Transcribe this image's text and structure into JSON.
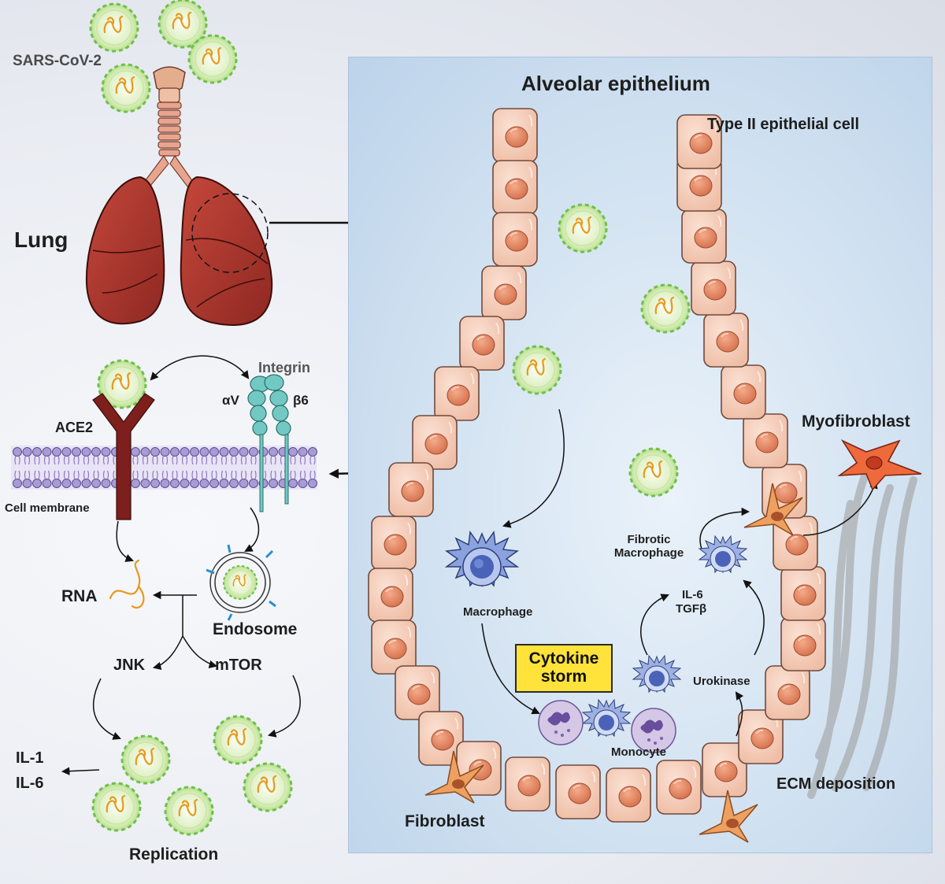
{
  "labels": {
    "virus": "SARS-CoV-2",
    "lung": "Lung",
    "alveolar_epithelium": "Alveolar epithelium",
    "type2_cell": "Type II epithelial cell",
    "integrin": "Integrin",
    "alpha_v": "αV",
    "beta6": "β6",
    "ace2": "ACE2",
    "cell_membrane": "Cell membrane",
    "rna": "RNA",
    "endosome": "Endosome",
    "jnk": "JNK",
    "mtor": "mTOR",
    "il1": "IL-1",
    "il6_left": "IL-6",
    "replication": "Replication",
    "macrophage": "Macrophage",
    "cytokine_storm": "Cytokine storm",
    "monocyte": "Monocyte",
    "fibroblast": "Fibroblast",
    "fibrotic_macrophage": "Fibrotic Macrophage",
    "il6_right": "IL-6",
    "tgfb": "TGFβ",
    "urokinase": "Urokinase",
    "myofibroblast": "Myofibroblast",
    "ecm": "ECM deposition"
  },
  "colors": {
    "virus_fill": "#e7f3d6",
    "virus_ring": "#7cc35a",
    "rna_strand": "#e8991e",
    "lung": "#a8322b",
    "trachea": "#e2a48e",
    "epithelial_cell": "#f6cfbd",
    "nucleus": "#e98d6a",
    "membrane": "#a99bd3",
    "ace2": "#7d1f1c",
    "integrin": "#72c9c3",
    "macrophage": "#5b78c8",
    "fibroblast": "#e48b3a",
    "myofibroblast": "#e8502a",
    "storm_box": "#ffe23a",
    "panel": "#cfe0f0"
  },
  "icons": [
    "virus-icon",
    "lung-icon",
    "epithelial-cell-icon",
    "macrophage-icon",
    "monocyte-icon",
    "neutrophil-icon",
    "fibroblast-icon",
    "myofibroblast-icon",
    "ace2-receptor-icon",
    "integrin-icon",
    "membrane-icon",
    "endosome-icon",
    "rna-icon",
    "ecm-fiber-icon"
  ]
}
